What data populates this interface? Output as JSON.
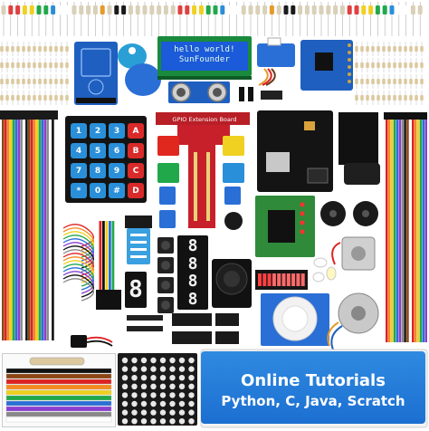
{
  "image": {
    "subject": "electronics starter kit components on white background",
    "colors": {
      "background": "#ffffff",
      "pcb_blue": "#1f5fbf",
      "pcb_red": "#c8202a",
      "pcb_black": "#1a1a1a",
      "pcb_green": "#2f8a3a",
      "lcd_green": "#2ea04a",
      "banner_blue": "#1c6fd1"
    }
  },
  "lcd": {
    "line1": "hello world!",
    "line2": "SunFounder"
  },
  "gpio_board": {
    "label": "GPIO Extension Board"
  },
  "keypad": {
    "keys": [
      "1",
      "2",
      "3",
      "A",
      "4",
      "5",
      "6",
      "B",
      "7",
      "8",
      "9",
      "C",
      "*",
      "0",
      "#",
      "D"
    ]
  },
  "banner": {
    "line1": "Online Tutorials",
    "line2": "Python, C, Java, Scratch"
  },
  "icons": {
    "rfid_tag": "rfid-keyfob-icon",
    "ultrasonic": "ultrasonic-sensor-icon",
    "servo": "servo-motor-icon",
    "joystick": "joystick-icon",
    "buzzer": "buzzer-icon",
    "pir": "pir-sensor-icon",
    "stepper": "stepper-motor-icon"
  }
}
